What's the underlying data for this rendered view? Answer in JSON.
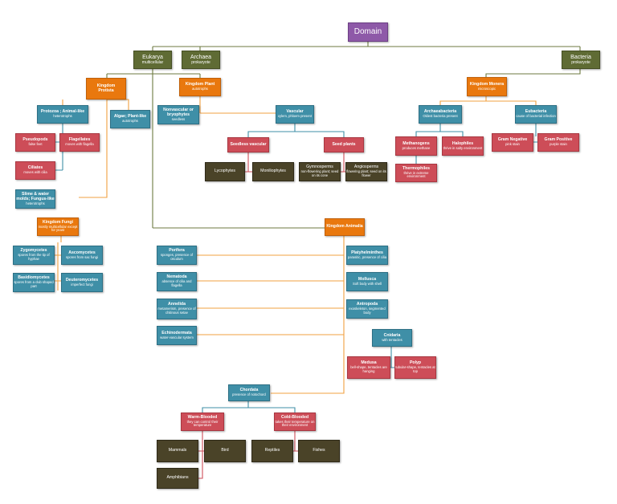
{
  "nodes": {
    "domain": {
      "title": "Domain",
      "sub": ""
    },
    "eukarya": {
      "title": "Eukarya",
      "sub": "multicellular"
    },
    "archaea": {
      "title": "Archaea",
      "sub": "prokaryote"
    },
    "bacteria": {
      "title": "Bacteria",
      "sub": "prokaryote"
    },
    "protista": {
      "title": "Kingdom Protista",
      "sub": ""
    },
    "plant": {
      "title": "Kingdom Plant",
      "sub": "autotrophs"
    },
    "monera": {
      "title": "Kingdom Monera",
      "sub": "microscopic"
    },
    "protozoa": {
      "title": "Protozoa ; Animal-like",
      "sub": "heterotrophs"
    },
    "algae": {
      "title": "Algae; Plant-like",
      "sub": "autotrophs"
    },
    "nonvascular": {
      "title": "Nonvascular or bryophytes",
      "sub": "seedless"
    },
    "vascular": {
      "title": "Vascular",
      "sub": "xylem, phloem present"
    },
    "archaebacteria": {
      "title": "Archaeabacteria",
      "sub": "Oldest bacteria present"
    },
    "eubacteria": {
      "title": "Eubacteria",
      "sub": "cause of bacterial infection"
    },
    "pseudopods": {
      "title": "Pseudopods",
      "sub": "false feet"
    },
    "flagellates": {
      "title": "Flagellates",
      "sub": "moves with flagella"
    },
    "ciliates": {
      "title": "Ciliates",
      "sub": "moves with cilia"
    },
    "slime": {
      "title": "Slime & water molds; Fungus-like",
      "sub": "heterotrophs"
    },
    "seedless": {
      "title": "Seedless vascular",
      "sub": ""
    },
    "seedplants": {
      "title": "Seed plants",
      "sub": ""
    },
    "lycophytes": {
      "title": "Lycophytes",
      "sub": ""
    },
    "moniliophytes": {
      "title": "Moniliophytes",
      "sub": ""
    },
    "gymnosperms": {
      "title": "Gymnosperms",
      "sub": "non-flowering plant; seed on its cone"
    },
    "angiosperms": {
      "title": "Angiosperms",
      "sub": "flowering plant; seed on its flower"
    },
    "methanogens": {
      "title": "Methanogens",
      "sub": "produces methane"
    },
    "halophiles": {
      "title": "Halophiles",
      "sub": "thrive in salty environment"
    },
    "thermophiles": {
      "title": "Thermophiles",
      "sub": "thrive in extreme environment"
    },
    "gramneg": {
      "title": "Gram Negative",
      "sub": "pink stain"
    },
    "grampos": {
      "title": "Gram Positive",
      "sub": "purple stain"
    },
    "fungi": {
      "title": "Kingdom Fungi",
      "sub": "mostly multicellular except for yeast"
    },
    "animalia": {
      "title": "Kingdom Animalia",
      "sub": ""
    },
    "zygomycetes": {
      "title": "Zygomycetes",
      "sub": "spores from the tip of hyphae"
    },
    "ascomycetes": {
      "title": "Ascomycetes",
      "sub": "spores from sac fungi"
    },
    "basidiomycetes": {
      "title": "Basidiomycetes",
      "sub": "spores from a club shaped part"
    },
    "deuteromycetes": {
      "title": "Deuteromycetes",
      "sub": "imperfect fungi"
    },
    "porifera": {
      "title": "Porifera",
      "sub": "sponges, presence of osculum"
    },
    "nematoda": {
      "title": "Nematoda",
      "sub": "absence of cilia and flagella"
    },
    "annelida": {
      "title": "Annelida",
      "sub": "metamerism, presence of chitinous setae"
    },
    "echinodermata": {
      "title": "Echinodermata",
      "sub": "water-vascular system"
    },
    "platyhelminthes": {
      "title": "Platyhelminthes",
      "sub": "parasitic, presence of cilia"
    },
    "mollusca": {
      "title": "Mollusca",
      "sub": "Soft body with shell"
    },
    "antropoda": {
      "title": "Antropoda",
      "sub": "exoskeleton, segmented body"
    },
    "cnidaria": {
      "title": "Cnidaria",
      "sub": "with tentacles"
    },
    "medusa": {
      "title": "Medusa",
      "sub": "bell-shape, tentacles are hanging"
    },
    "polyp": {
      "title": "Polyp",
      "sub": "tubular-shape, tentacles at top"
    },
    "chordata": {
      "title": "Chordata",
      "sub": "presence of notochord"
    },
    "warm": {
      "title": "Warm-Blooded",
      "sub": "they can control their temperature"
    },
    "cold": {
      "title": "Cold-Blooded",
      "sub": "takes their temperature on their environment"
    },
    "mammals": {
      "title": "Mammals",
      "sub": ""
    },
    "bird": {
      "title": "Bird",
      "sub": ""
    },
    "amphibians": {
      "title": "Amphibians",
      "sub": ""
    },
    "reptiles": {
      "title": "Reptiles",
      "sub": ""
    },
    "fishes": {
      "title": "Fishes",
      "sub": ""
    }
  },
  "colors": {
    "domain": "#8e59a8",
    "group": "#5f6b34",
    "kingdom": "#e9780e",
    "class": "#3f8fa7",
    "subclass": "#cd4d58",
    "leaf": "#4a4328",
    "line_olive": "#6d7a40",
    "line_orange": "#f0a040",
    "line_teal": "#3f8fa7",
    "line_red": "#cd4d58"
  }
}
